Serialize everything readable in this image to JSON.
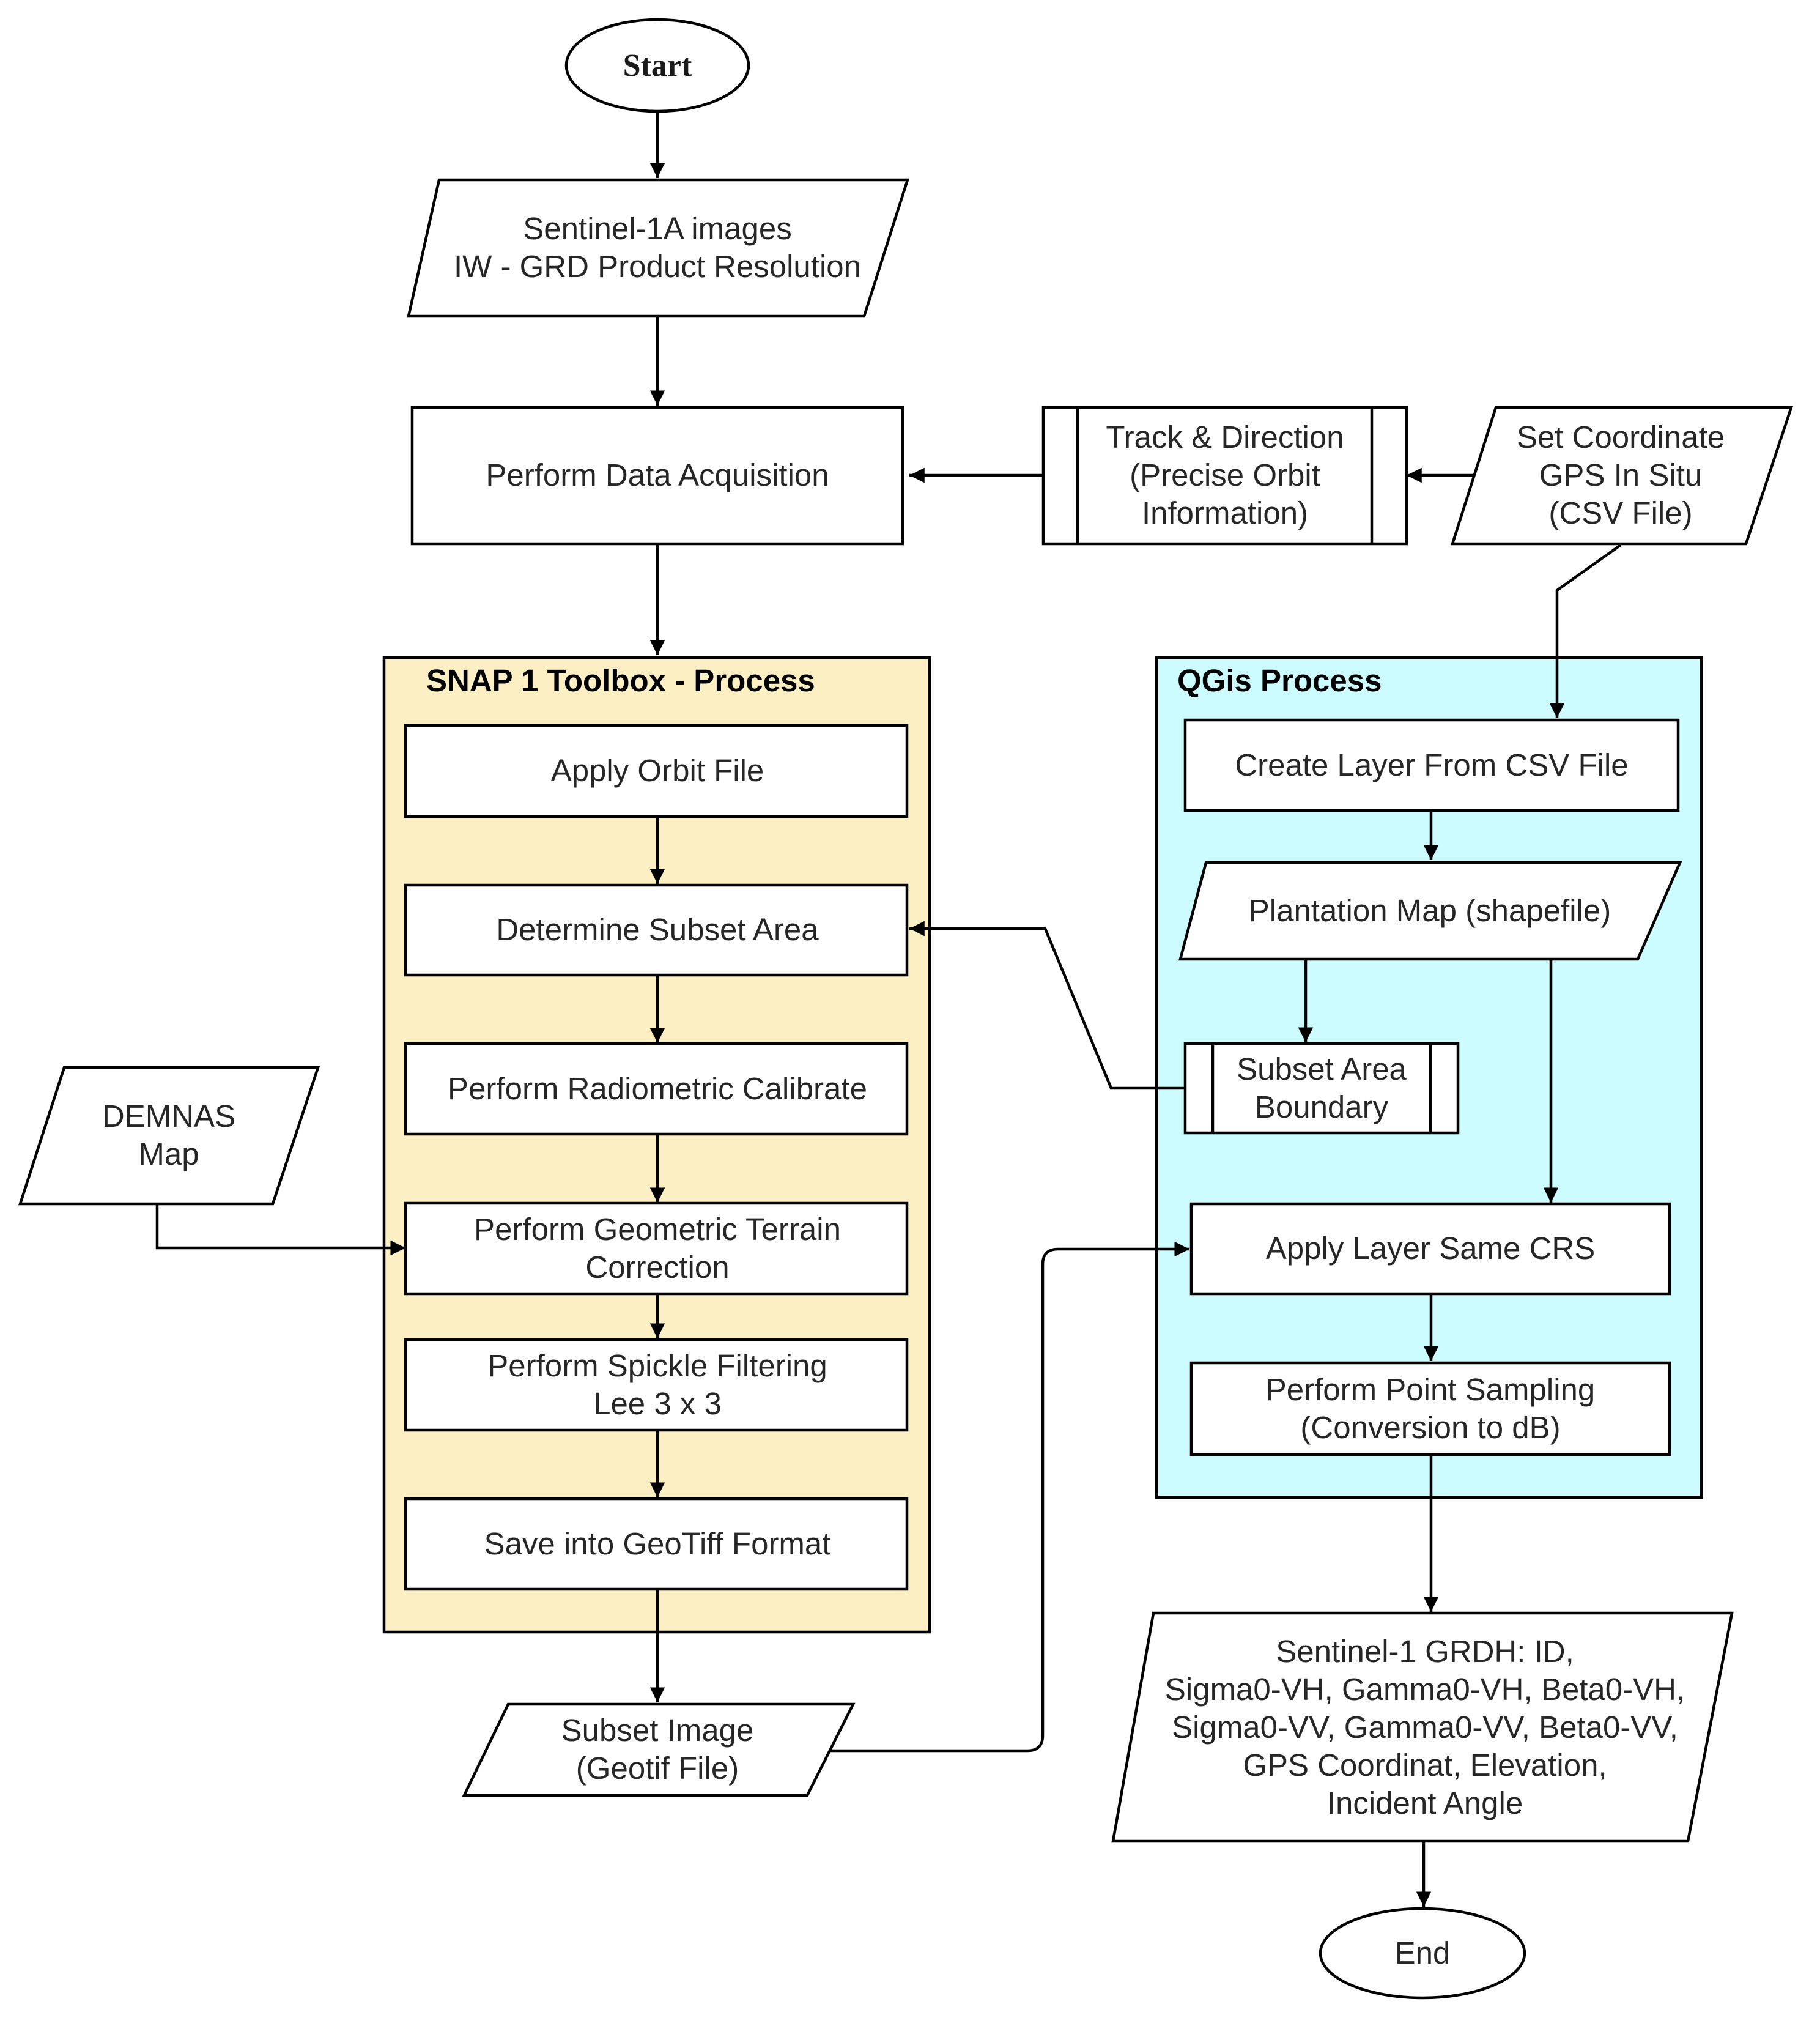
{
  "colors": {
    "snap_panel_fill": "#fcefc4",
    "qgis_panel_fill": "#ccfcff",
    "stroke": "#000000",
    "text": "#262626"
  },
  "panels": {
    "snap": {
      "title": "SNAP 1 Toolbox - Process"
    },
    "qgis": {
      "title": "QGis Process"
    }
  },
  "nodes": {
    "start": {
      "shape": "terminator",
      "lines": [
        "Start"
      ]
    },
    "sentinel_input": {
      "shape": "data",
      "lines": [
        "Sentinel-1A images",
        "IW - GRD Product Resolution"
      ]
    },
    "data_acquisition": {
      "shape": "process",
      "lines": [
        "Perform Data Acquisition"
      ]
    },
    "track_direction": {
      "shape": "subprocess",
      "lines": [
        "Track & Direction",
        "(Precise Orbit",
        "Information)"
      ]
    },
    "set_coordinate": {
      "shape": "data",
      "lines": [
        "Set Coordinate",
        "GPS In Situ",
        "(CSV File)"
      ]
    },
    "apply_orbit": {
      "shape": "process",
      "lines": [
        "Apply Orbit File"
      ]
    },
    "subset_area": {
      "shape": "process",
      "lines": [
        "Determine Subset Area"
      ]
    },
    "radiometric": {
      "shape": "process",
      "lines": [
        "Perform Radiometric Calibrate"
      ]
    },
    "terrain": {
      "shape": "process",
      "lines": [
        "Perform Geometric Terrain",
        "Correction"
      ]
    },
    "speckle": {
      "shape": "process",
      "lines": [
        "Perform Spickle Filtering",
        "Lee 3 x 3"
      ]
    },
    "geotiff": {
      "shape": "process",
      "lines": [
        "Save into GeoTiff Format"
      ]
    },
    "subset_image": {
      "shape": "data",
      "lines": [
        "Subset Image",
        "(Geotif File)"
      ]
    },
    "demnas": {
      "shape": "data",
      "lines": [
        "DEMNAS",
        "Map"
      ]
    },
    "csv_layer": {
      "shape": "process",
      "lines": [
        "Create Layer From CSV File"
      ]
    },
    "plantation_map": {
      "shape": "data",
      "lines": [
        "Plantation Map (shapefile)"
      ]
    },
    "subset_boundary": {
      "shape": "subprocess",
      "lines": [
        "Subset Area",
        "Boundary"
      ]
    },
    "same_crs": {
      "shape": "process",
      "lines": [
        "Apply Layer Same CRS"
      ]
    },
    "point_sampling": {
      "shape": "process",
      "lines": [
        "Perform Point Sampling",
        "(Conversion to dB)"
      ]
    },
    "output": {
      "shape": "data",
      "lines": [
        "Sentinel-1 GRDH: ID,",
        "Sigma0-VH, Gamma0-VH, Beta0-VH,",
        "Sigma0-VV, Gamma0-VV, Beta0-VV,",
        "GPS Coordinat, Elevation,",
        "Incident Angle"
      ]
    },
    "end": {
      "shape": "terminator",
      "lines": [
        "End"
      ]
    }
  },
  "edges": [
    {
      "from": "start",
      "to": "sentinel_input"
    },
    {
      "from": "sentinel_input",
      "to": "data_acquisition"
    },
    {
      "from": "set_coordinate",
      "to": "track_direction"
    },
    {
      "from": "track_direction",
      "to": "data_acquisition"
    },
    {
      "from": "data_acquisition",
      "to": "apply_orbit"
    },
    {
      "from": "apply_orbit",
      "to": "subset_area"
    },
    {
      "from": "subset_area",
      "to": "radiometric"
    },
    {
      "from": "radiometric",
      "to": "terrain"
    },
    {
      "from": "terrain",
      "to": "speckle"
    },
    {
      "from": "speckle",
      "to": "geotiff"
    },
    {
      "from": "geotiff",
      "to": "subset_image"
    },
    {
      "from": "demnas",
      "to": "terrain"
    },
    {
      "from": "set_coordinate",
      "to": "csv_layer"
    },
    {
      "from": "csv_layer",
      "to": "plantation_map"
    },
    {
      "from": "plantation_map",
      "to": "subset_boundary"
    },
    {
      "from": "plantation_map",
      "to": "same_crs"
    },
    {
      "from": "subset_boundary",
      "to": "subset_area"
    },
    {
      "from": "subset_image",
      "to": "same_crs"
    },
    {
      "from": "same_crs",
      "to": "point_sampling"
    },
    {
      "from": "point_sampling",
      "to": "output"
    },
    {
      "from": "output",
      "to": "end"
    }
  ]
}
